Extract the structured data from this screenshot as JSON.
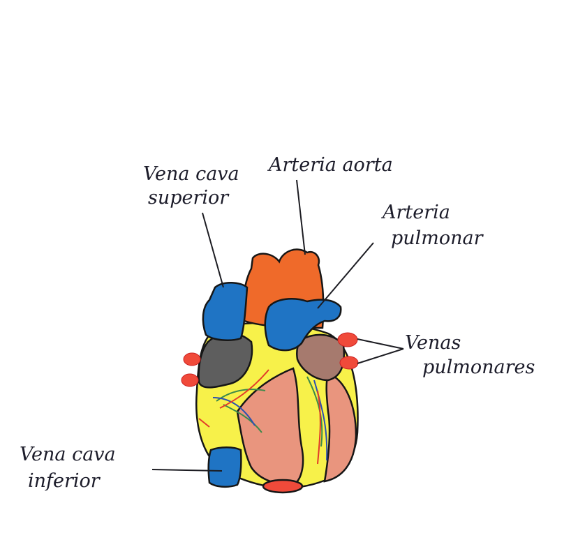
{
  "diagram": {
    "subject": "heart",
    "labels": {
      "superior_vena_cava": [
        "Vena cava",
        "superior"
      ],
      "aorta": "Arteria aorta",
      "pulmonary_artery": [
        "Arteria",
        "pulmonar"
      ],
      "pulmonary_veins": [
        "Venas",
        "pulmonares"
      ],
      "inferior_vena_cava": [
        "Vena cava",
        "inferior"
      ]
    },
    "colors": {
      "vein_blue": "#1f74c4",
      "aorta_orange": "#ef6a2a",
      "vessel_red": "#f04a3a",
      "atrium_gray": "#5e5e5e",
      "atrium_brown": "#a67a6e",
      "fat_yellow": "#f7f14a",
      "ventricle_pink": "#e9957e",
      "coronary_green": "#3d8a4a"
    }
  }
}
